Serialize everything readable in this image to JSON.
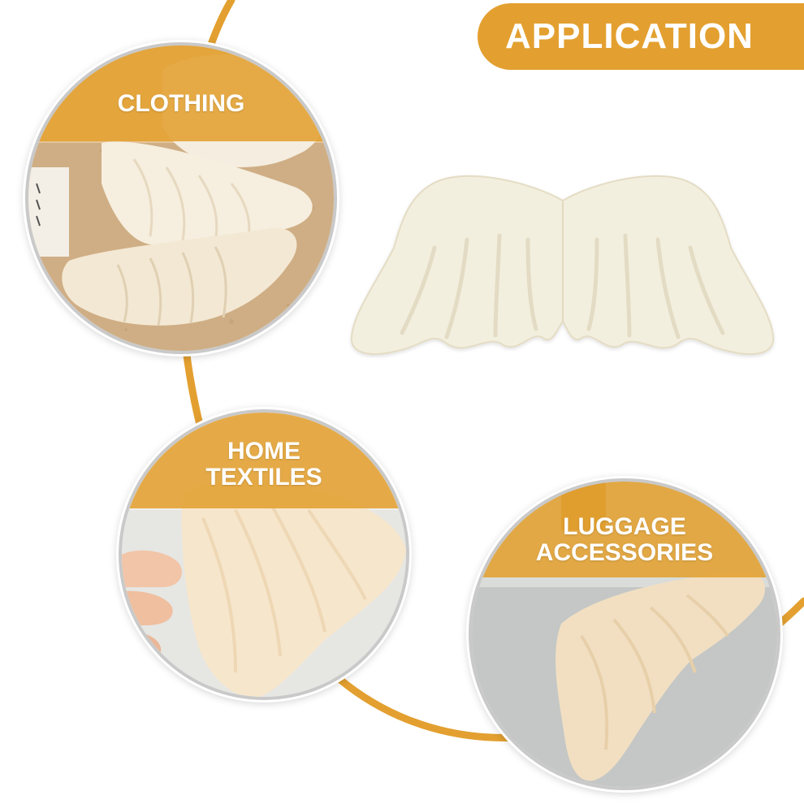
{
  "banner": {
    "title": "APPLICATION"
  },
  "circles": {
    "clothing": {
      "label": "CLOTHING"
    },
    "home_textiles": {
      "label_line1": "HOME",
      "label_line2": "TEXTILES"
    },
    "luggage": {
      "label_line1": "LUGGAGE",
      "label_line2": "ACCESSORIES"
    }
  },
  "colors": {
    "accent": "#e3a030",
    "label_text": "#ffffff",
    "wing_fill": "#f3efdf",
    "wing_outline": "#e4dcc4"
  },
  "icons": {
    "product": "angel-wing-icon"
  }
}
